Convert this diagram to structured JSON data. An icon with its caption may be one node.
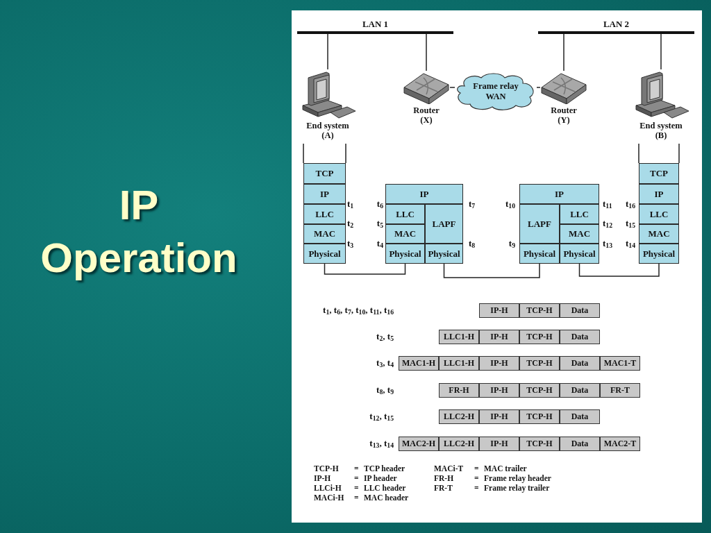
{
  "diagram": {
    "title": "IP Operation",
    "nodes": [
      {
        "text": [
          "LAN 1"
        ]
      },
      {
        "text": [
          "LAN 2"
        ]
      },
      {
        "text": [
          "End system (A)"
        ]
      },
      {
        "text": [
          "Router (X)"
        ]
      },
      {
        "text": [
          "Frame relay WAN"
        ]
      },
      {
        "text": [
          "Router (Y)"
        ]
      },
      {
        "text": [
          "End system (B)"
        ]
      },
      {
        "text": [
          "TCP"
        ]
      },
      {
        "text": [
          "IP"
        ]
      },
      {
        "text": [
          "LLC"
        ]
      },
      {
        "text": [
          "MAC"
        ]
      },
      {
        "text": [
          "Physical"
        ]
      },
      {
        "text": [
          "IP"
        ]
      },
      {
        "text": [
          "LLC"
        ]
      },
      {
        "text": [
          "LAPF"
        ]
      },
      {
        "text": [
          "MAC"
        ]
      },
      {
        "text": [
          "Physical"
        ]
      },
      {
        "text": [
          "Physical"
        ]
      },
      {
        "text": [
          "IP"
        ]
      },
      {
        "text": [
          "LAPF"
        ]
      },
      {
        "text": [
          "LLC"
        ]
      },
      {
        "text": [
          "MAC"
        ]
      },
      {
        "text": [
          "Physical"
        ]
      },
      {
        "text": [
          "Physical"
        ]
      },
      {
        "text": [
          "TCP"
        ]
      },
      {
        "text": [
          "IP"
        ]
      },
      {
        "text": [
          "LLC"
        ]
      },
      {
        "text": [
          "MAC"
        ]
      },
      {
        "text": [
          "Physical"
        ]
      },
      {
        "text": [
          "IP-H"
        ]
      },
      {
        "text": [
          "TCP-H"
        ]
      },
      {
        "text": [
          "Data"
        ]
      },
      {
        "text": [
          "LLC1-H"
        ]
      },
      {
        "text": [
          "IP-H"
        ]
      },
      {
        "text": [
          "TCP-H"
        ]
      },
      {
        "text": [
          "Data"
        ]
      },
      {
        "text": [
          "MAC1-H"
        ]
      },
      {
        "text": [
          "LLC1-H"
        ]
      },
      {
        "text": [
          "IP-H"
        ]
      },
      {
        "text": [
          "TCP-H"
        ]
      },
      {
        "text": [
          "Data"
        ]
      },
      {
        "text": [
          "MAC1-T"
        ]
      },
      {
        "text": [
          "FR-H"
        ]
      },
      {
        "text": [
          "IP-H"
        ]
      },
      {
        "text": [
          "TCP-H"
        ]
      },
      {
        "text": [
          "Data"
        ]
      },
      {
        "text": [
          "FR-T"
        ]
      },
      {
        "text": [
          "LLC2-H"
        ]
      },
      {
        "text": [
          "IP-H"
        ]
      },
      {
        "text": [
          "TCP-H"
        ]
      },
      {
        "text": [
          "Data"
        ]
      },
      {
        "text": [
          "MAC2-H"
        ]
      },
      {
        "text": [
          "LLC2-H"
        ]
      },
      {
        "text": [
          "IP-H"
        ]
      },
      {
        "text": [
          "TCP-H"
        ]
      },
      {
        "text": [
          "Data"
        ]
      },
      {
        "text": [
          "MAC2-T"
        ]
      }
    ],
    "edges": [
      {
        "from": 2,
        "to": 0,
        "arrow": "none"
      },
      {
        "from": 3,
        "to": 0,
        "arrow": "none"
      },
      {
        "from": 3,
        "to": 4,
        "arrow": "none"
      },
      {
        "from": 4,
        "to": 5,
        "arrow": "none"
      },
      {
        "from": 5,
        "to": 1,
        "arrow": "none"
      },
      {
        "from": 6,
        "to": 1,
        "arrow": "none"
      },
      {
        "from": 11,
        "to": 16,
        "arrow": "none"
      },
      {
        "from": 17,
        "to": 22,
        "arrow": "none"
      },
      {
        "from": 23,
        "to": 28,
        "arrow": "none"
      }
    ],
    "labels": [
      "t$_{1}$",
      "t$_{6}$",
      "t$_{7}$",
      "t$_{10}$",
      "t$_{11}$",
      "t$_{16}$",
      "t$_{2}$",
      "t$_{5}$",
      "t$_{12}$",
      "t$_{15}$",
      "t$_{3}$",
      "t$_{4}$",
      "t$_{8}$",
      "t$_{9}$",
      "t$_{13}$",
      "t$_{14}$",
      "t$_{1}$, t$_{6}$, t$_{7}$, t$_{10}$, t$_{11}$, t$_{16}$",
      "t$_{2}$, t$_{5}$",
      "t$_{3}$, t$_{4}$",
      "t$_{8}$, t$_{9}$",
      "t$_{12}$, t$_{15}$",
      "t$_{13}$, t$_{14}$",
      "TCP-H",
      "=",
      "TCP header",
      "MACi-T",
      "=",
      "MAC trailer",
      "IP-H",
      "=",
      "IP header",
      "FR-H",
      "=",
      "Frame relay header",
      "LLCi-H",
      "=",
      "LLC header",
      "FR-T",
      "=",
      "Frame relay trailer",
      "MACi-H",
      "=",
      "MAC header"
    ]
  }
}
